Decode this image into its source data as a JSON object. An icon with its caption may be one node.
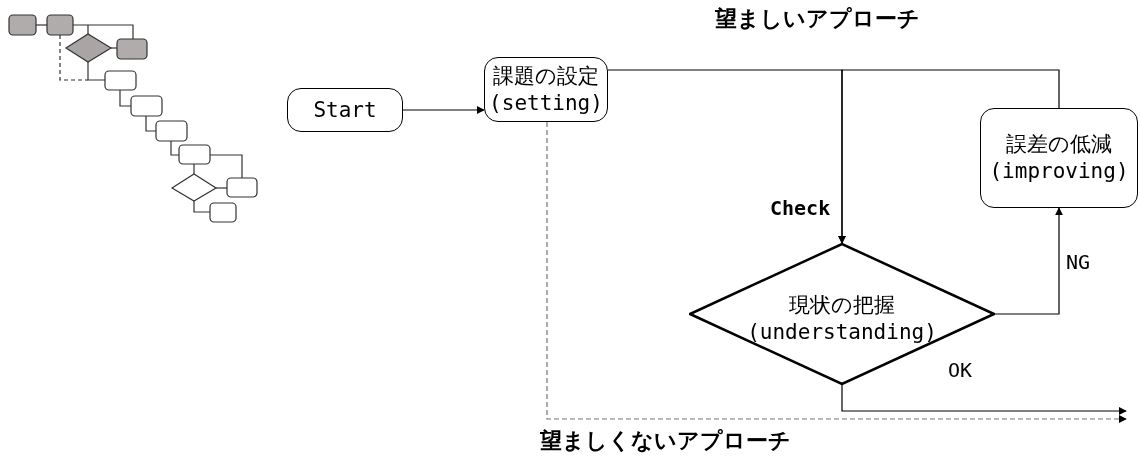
{
  "diagram": {
    "nodes": [
      {
        "text": [
          "Start"
        ]
      },
      {
        "text": [
          "課題の設定",
          "(setting)"
        ]
      },
      {
        "text": [
          "誤差の低減",
          "(improving)"
        ]
      },
      {
        "text": [
          "現状の把握",
          "(understanding)"
        ]
      }
    ],
    "edges": [
      {
        "from": 0,
        "to": 1,
        "arrow": "to"
      },
      {
        "from": 1,
        "to": 3,
        "arrow": "to",
        "label": "Check"
      },
      {
        "from": 3,
        "to": 2,
        "arrow": "to",
        "label": "NG"
      },
      {
        "from": 2,
        "to": 3,
        "arrow": "to"
      },
      {
        "from": 3,
        "to": null,
        "arrow": "to",
        "label": "OK"
      },
      {
        "from": 1,
        "to": null,
        "arrow": "to",
        "style": "dashed",
        "color": "#777777"
      }
    ],
    "labels": [
      "望ましいアプローチ",
      "望ましくないアプローチ"
    ]
  }
}
